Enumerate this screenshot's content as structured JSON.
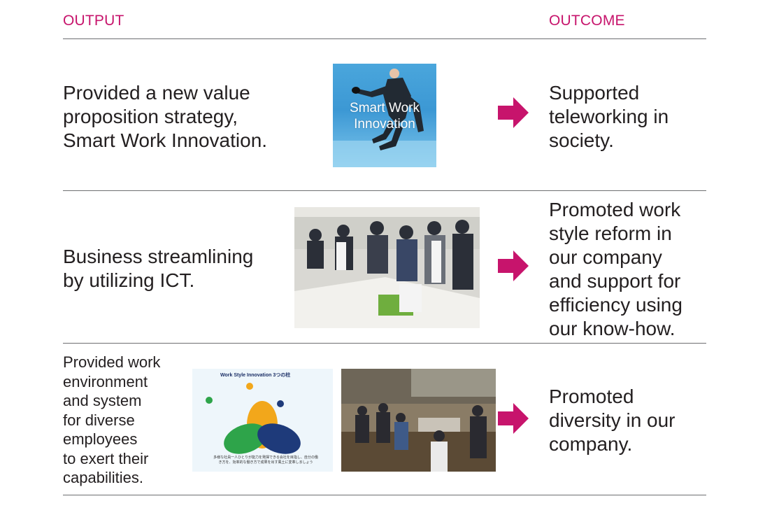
{
  "header": {
    "output_label": "OUTPUT",
    "outcome_label": "OUTCOME"
  },
  "colors": {
    "accent": "#c7146c",
    "rule": "#6d6e71",
    "text": "#231f20"
  },
  "rows": [
    {
      "output": "Provided a new value\nproposition strategy,\nSmart Work Innovation.",
      "image_label": "Smart Work\nInnovation",
      "outcome": "Supported\nteleworking in\nsociety."
    },
    {
      "output": "Business streamlining\nby utilizing ICT.",
      "outcome": "Promoted work\nstyle reform in\nour company\nand support for\nefficiency using\nour know-how."
    },
    {
      "output": "Provided work\nenvironment\nand system\nfor diverse\nemployees\nto exert their\ncapabilities.",
      "diagram_title": "Work Style Innovation 3つの柱",
      "diagram_caption": "多様な社員一人ひとりが能力を発揮できる会社を目指し、自分の働き方を、効率的な働き方で成果を出す風土に変革しましょう",
      "outcome": "Promoted\ndiversity in our\ncompany."
    }
  ],
  "icons": {
    "arrow": "right-arrow-icon"
  }
}
